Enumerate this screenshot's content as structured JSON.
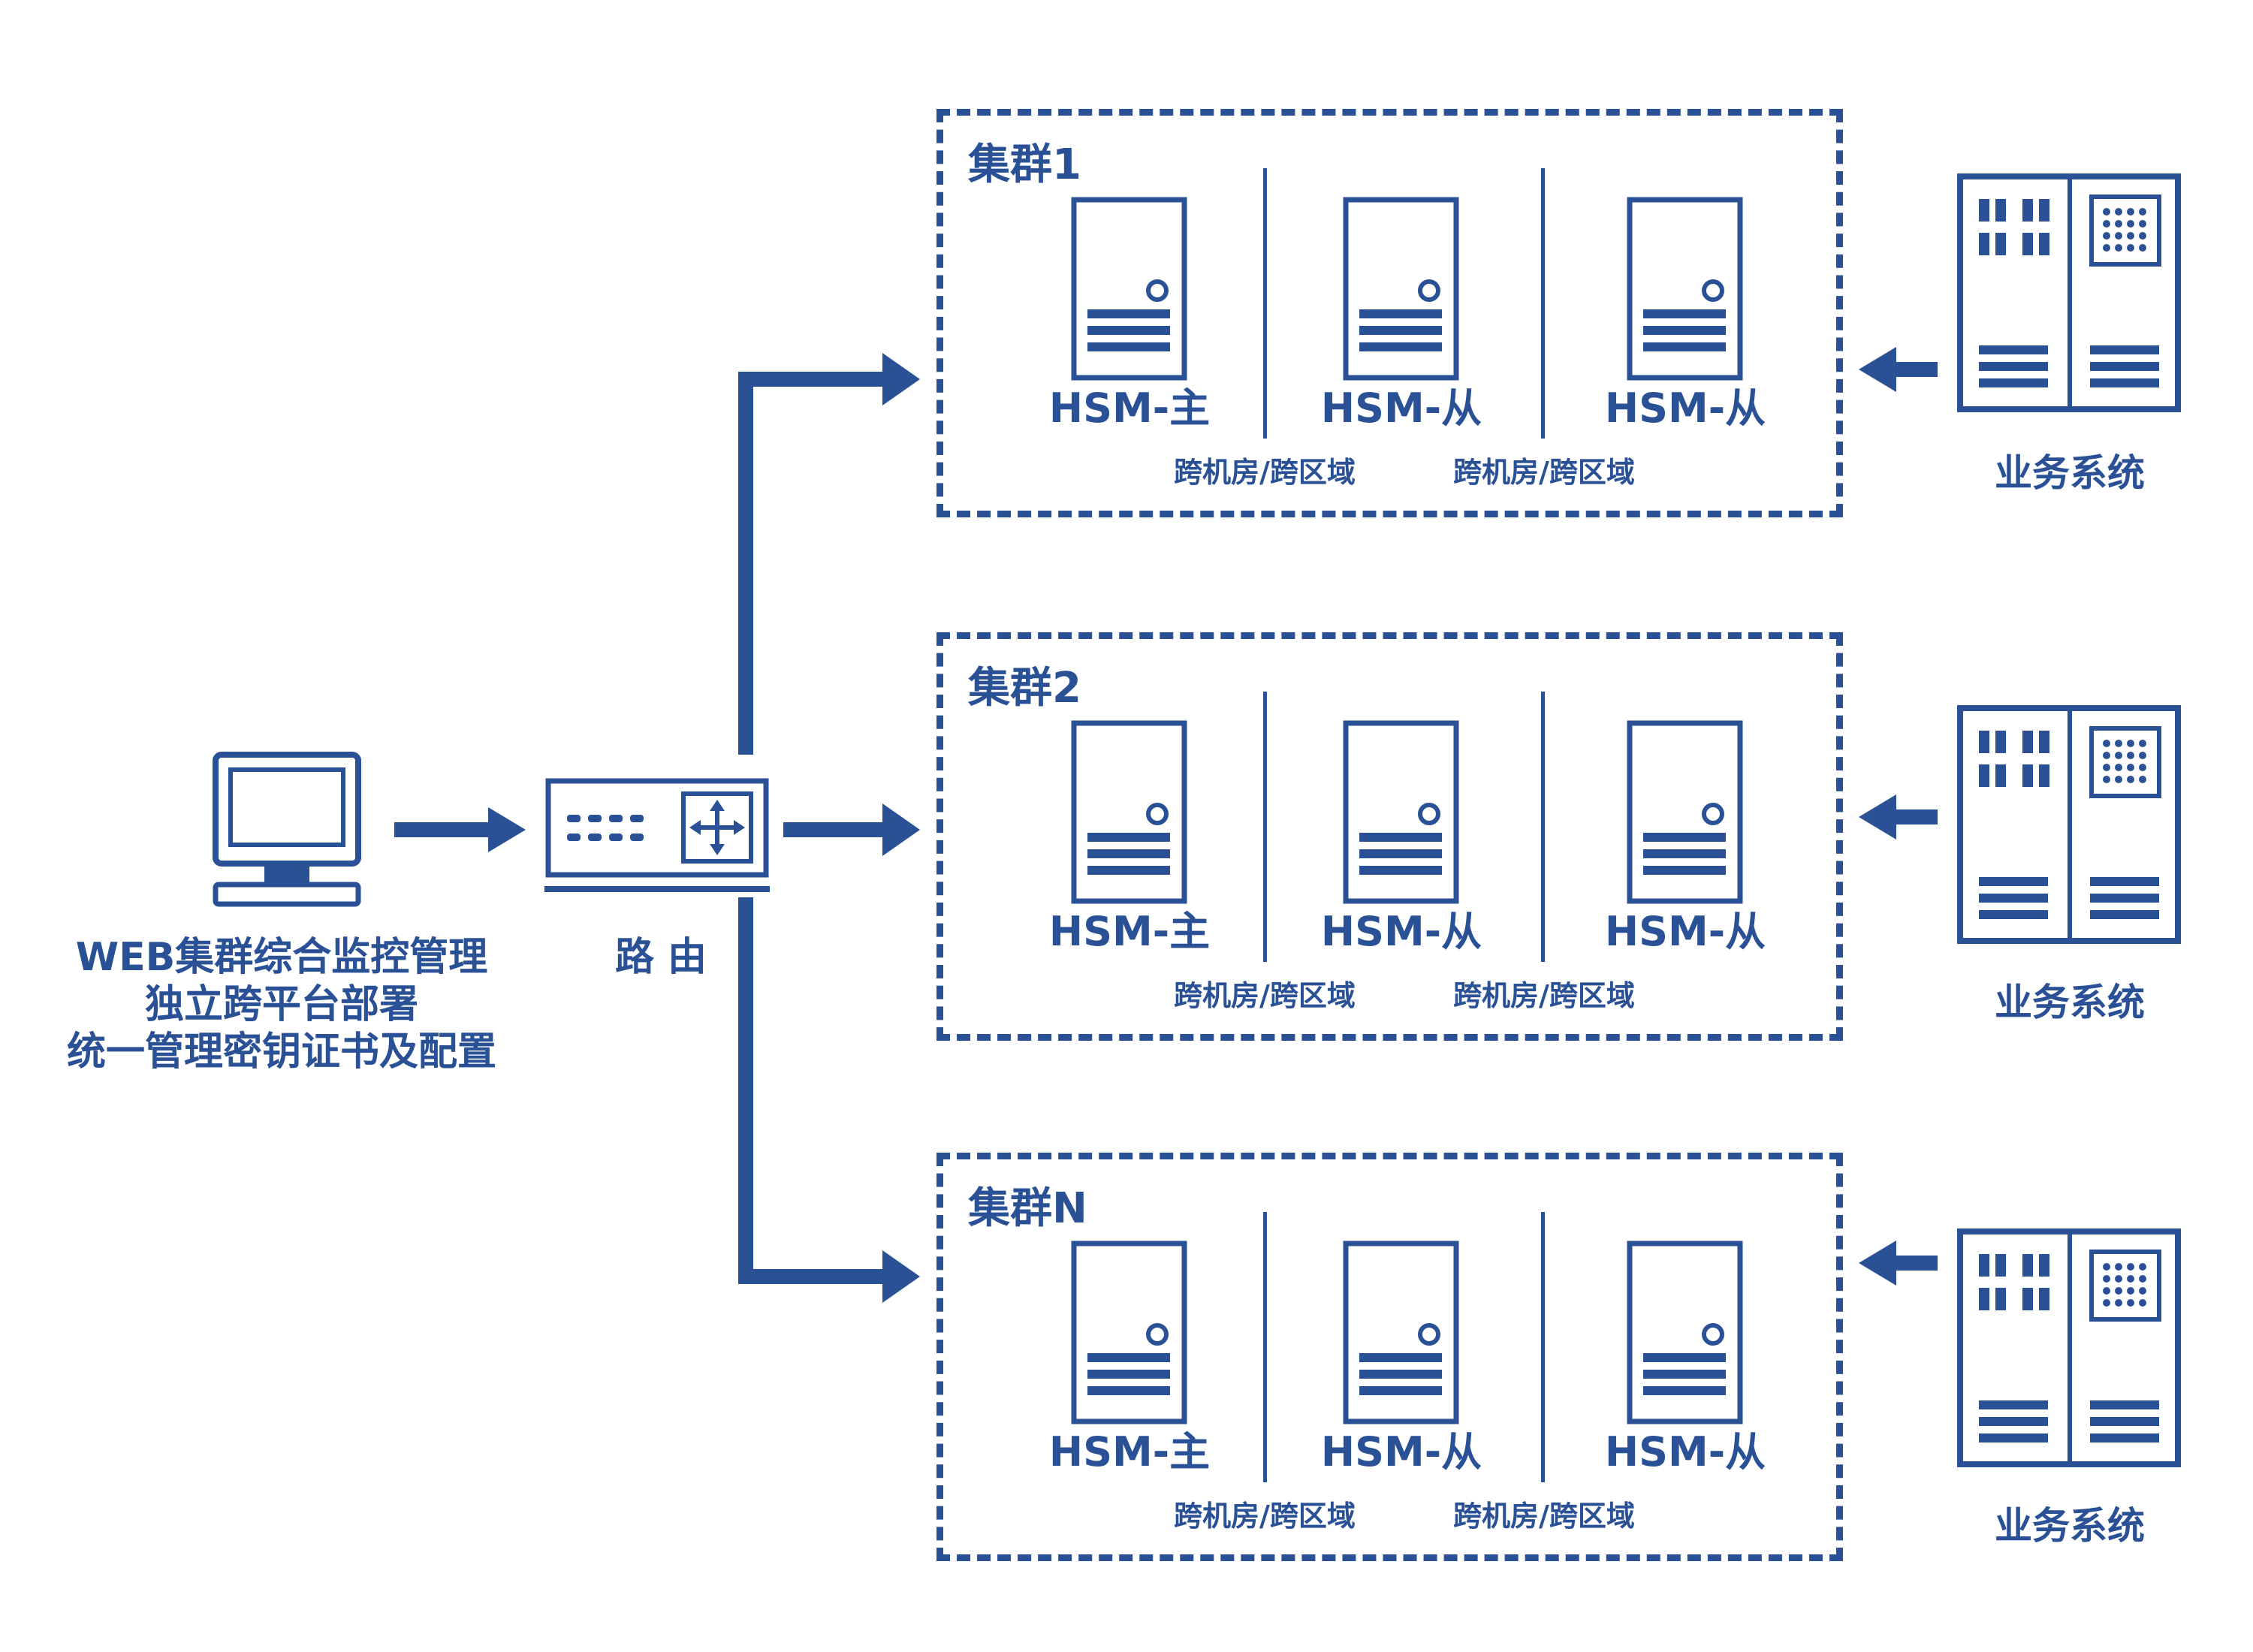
{
  "left_panel": {
    "line1": "WEB集群综合监控管理",
    "line2": "独立跨平台部署",
    "line3": "统一管理密钥证书及配置"
  },
  "router": {
    "label": "路 由"
  },
  "clusters": [
    {
      "title": "集群1",
      "nodes": [
        "HSM-主",
        "HSM-从",
        "HSM-从"
      ],
      "cross": [
        "跨机房/跨区域",
        "跨机房/跨区域"
      ],
      "biz": "业务系统"
    },
    {
      "title": "集群2",
      "nodes": [
        "HSM-主",
        "HSM-从",
        "HSM-从"
      ],
      "cross": [
        "跨机房/跨区域",
        "跨机房/跨区域"
      ],
      "biz": "业务系统"
    },
    {
      "title": "集群N",
      "nodes": [
        "HSM-主",
        "HSM-从",
        "HSM-从"
      ],
      "cross": [
        "跨机房/跨区域",
        "跨机房/跨区域"
      ],
      "biz": "业务系统"
    }
  ],
  "colors": {
    "primary": "#2a5196",
    "background": "#ffffff"
  }
}
